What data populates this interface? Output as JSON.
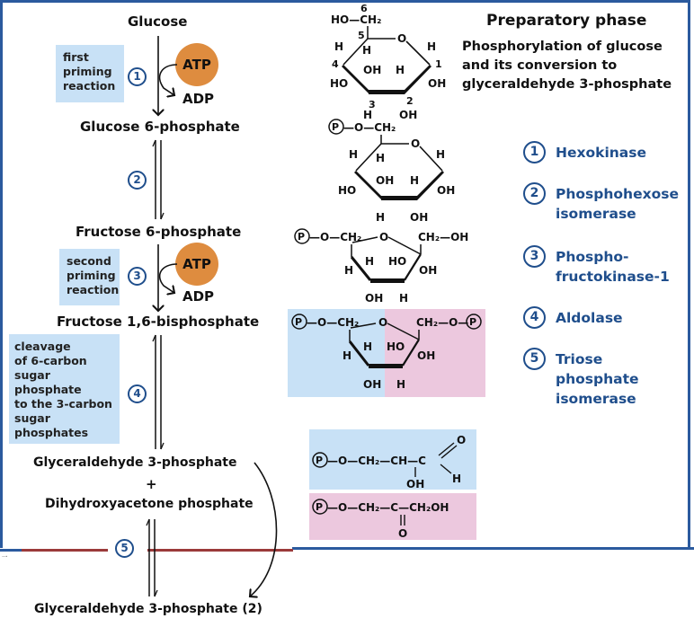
{
  "header": {
    "title": "Preparatory phase",
    "subtitle_lines": [
      "Phosphorylation of glucose",
      "and its conversion to",
      "glyceraldehyde 3-phosphate"
    ]
  },
  "metabolites": {
    "glucose": "Glucose",
    "g6p": "Glucose 6-phosphate",
    "f6p": "Fructose 6-phosphate",
    "f16bp": "Fructose 1,6-bisphosphate",
    "gap": "Glyceraldehyde 3-phosphate",
    "plus": "+",
    "dhap": "Dihydroxyacetone phosphate",
    "gap2": "Glyceraldehyde 3-phosphate (2)"
  },
  "cofactors": {
    "atp": "ATP",
    "adp": "ADP"
  },
  "notes": {
    "first": [
      "first",
      "priming",
      "reaction"
    ],
    "second": [
      "second",
      "priming",
      "reaction"
    ],
    "cleavage": [
      "cleavage",
      "of 6-carbon",
      "sugar phosphate",
      "to the 3-carbon",
      "sugar",
      "phosphates"
    ]
  },
  "steps": [
    "1",
    "2",
    "3",
    "4",
    "5"
  ],
  "enzymes": [
    {
      "num": "1",
      "lines": [
        "Hexokinase"
      ]
    },
    {
      "num": "2",
      "lines": [
        "Phosphohexose",
        "isomerase"
      ]
    },
    {
      "num": "3",
      "lines": [
        "Phospho-",
        "fructokinase-1"
      ]
    },
    {
      "num": "4",
      "lines": [
        "Aldolase"
      ]
    },
    {
      "num": "5",
      "lines": [
        "Triose",
        "phosphate",
        "isomerase"
      ]
    }
  ],
  "structures": {
    "glucose": {
      "ho_ch2": "HO—CH₂",
      "c6": "6",
      "c5": "5",
      "o": "O",
      "h": "H",
      "c4": "4",
      "ho": "HO",
      "oh": "OH",
      "c1": "1",
      "c2": "2",
      "c3": "3"
    },
    "phosphate": "P",
    "p_o_ch2": "—O—CH₂",
    "ch2_oh": "CH₂—OH",
    "ch2_o": "CH₂—O—",
    "gap_chain": "—O—CH₂—CH—C",
    "dhap_chain": "—O—CH₂—C—CH₂OH"
  },
  "colors": {
    "frame": "#2b5a9e",
    "step_ring": "#1f4e8c",
    "atp": "#de8c3f",
    "note_bg": "#c8e1f6",
    "pink": "#ecc8de",
    "divider_red": "#9b3a3a"
  }
}
